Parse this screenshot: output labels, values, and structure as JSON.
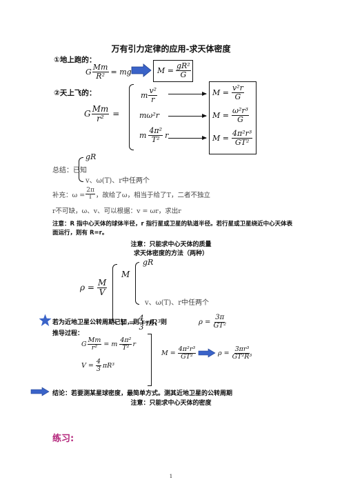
{
  "title": "万有引力定律的应用-求天体密度",
  "s1": {
    "heading": "①地上跑的：",
    "eq_l": "G",
    "eq_num": "Mm",
    "eq_den": "R²",
    "eq_r": "= mg",
    "res_l": "M =",
    "res_num": "gR²",
    "res_den": "G"
  },
  "s2": {
    "heading": "②天上飞的：",
    "lhs_l": "G",
    "lhs_num": "Mm",
    "lhs_den": "r²",
    "lhs_eq": "=",
    "f1_m": "m",
    "f1_num": "v²",
    "f1_den": "r",
    "f2": "mω²r",
    "f3_m": "m",
    "f3_num": "4π²",
    "f3_den": "T²",
    "f3_r": "r",
    "r1_l": "M =",
    "r1_num": "v²r",
    "r1_den": "G",
    "r2_l": "M =",
    "r2_num": "ω²r³",
    "r2_den": "G",
    "r3_l": "M =",
    "r3_num": "4π²r³",
    "r3_den": "GT²"
  },
  "summary": {
    "label": "总结：已知",
    "opt1": "gR",
    "opt2": "v、ω(T)、r中任两个"
  },
  "supp": {
    "l1_a": "补充：ω =",
    "l1_num": "2π",
    "l1_den": "T",
    "l1_b": "，故给了ω，相当于给了T，二者不独立",
    "l2": "r不可缺，ω、v、可以根据：v = ωr，求出r"
  },
  "note1": "注意：R 指中心天体的球体半径，r 指行星或卫星的轨道半径。若行星或卫星绕近中心天体表面运行，则有 R=r。",
  "note2": "注意：只能求中心天体的质量",
  "method": {
    "title": "求天体密度的方法（两种）",
    "rho_l": "ρ =",
    "rho_num": "M",
    "rho_den": "V",
    "m": "M",
    "opt1": "gR",
    "opt2": "v、ω(T)、r中任两个",
    "v_l": "V =",
    "v_num": "4",
    "v_den": "3",
    "v_r": "πR³"
  },
  "near": {
    "line": "若为近地卫星公转周期已知，则 r≈R，则",
    "rho_l": "ρ =",
    "rho_num": "3π",
    "rho_den": "GT²",
    "derive": "推导过程：",
    "d1_l": "G",
    "d1_num": "Mm",
    "d1_den": "r²",
    "d1_eq": "= m",
    "d1_num2": "4π²",
    "d1_den2": "T²",
    "d1_r": "r",
    "d2_l": "V =",
    "d2_num": "4",
    "d2_den": "3",
    "d2_r": "πR³",
    "res_l": "M =",
    "res_num": "4π²r³",
    "res_den": "GT²",
    "res2_l": "ρ =",
    "res2_num": "3πr³",
    "res2_den": "GT²R³"
  },
  "conclusion": "结论：若要测某星球密度，最简单方式。测其近地卫星的公转周期",
  "note3": "注意：只能求中心天体的密度",
  "exercise": "练习:",
  "page_number": "1",
  "colors": {
    "arrow_fill": "#3a63c8",
    "exercise": "#b3247a"
  }
}
